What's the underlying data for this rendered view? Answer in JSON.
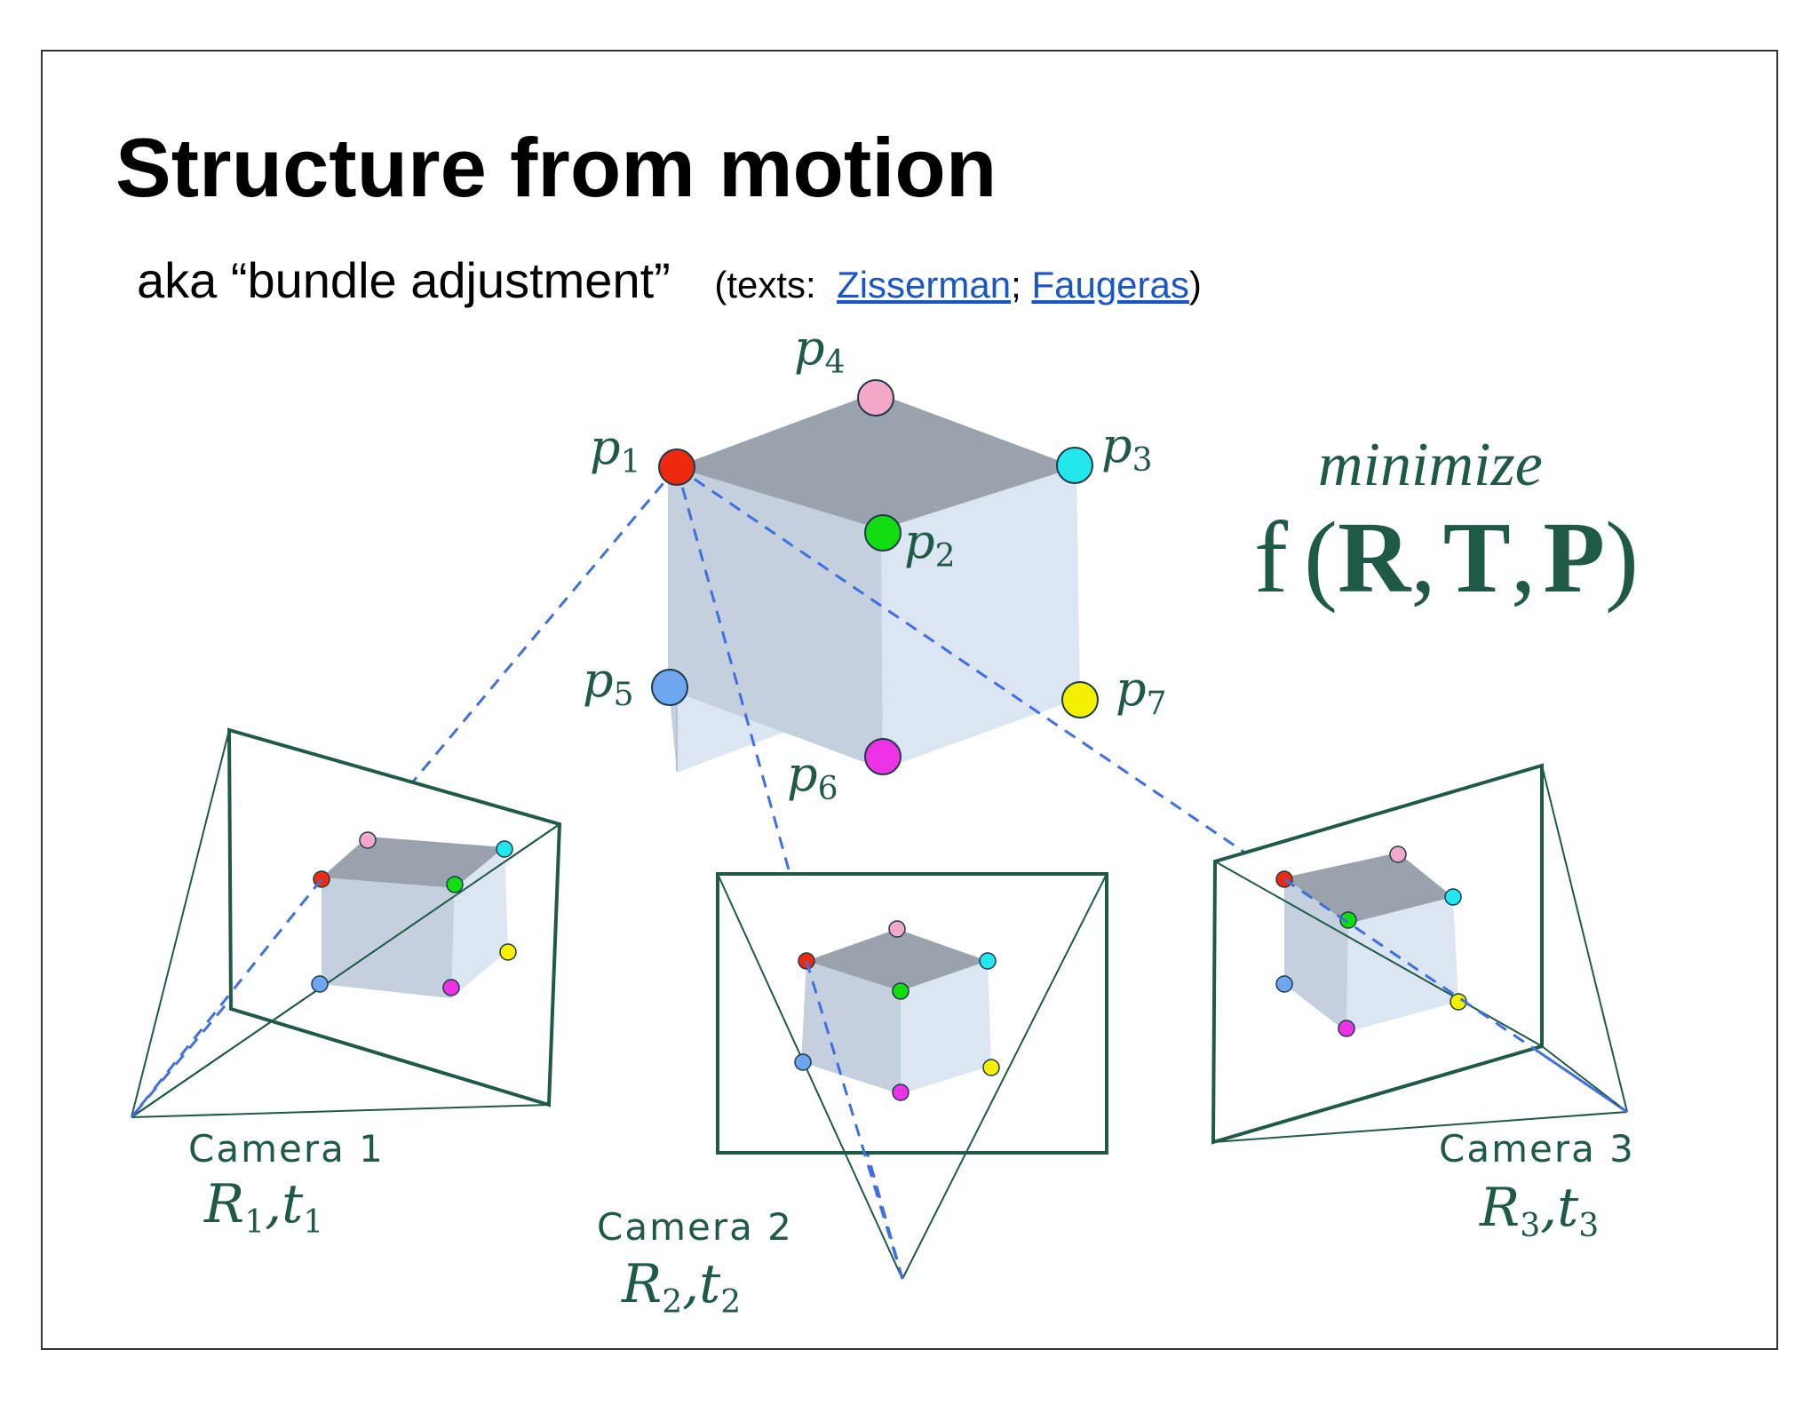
{
  "title": "Structure from motion",
  "subtitle": {
    "text": "aka “bundle adjustment”",
    "refs_prefix": "(texts:",
    "link1": "Zisserman",
    "separator": ";",
    "link2": "Faugeras",
    "refs_suffix": ")"
  },
  "points": [
    {
      "name": "p",
      "sub": "1",
      "color": "#ee2a0e"
    },
    {
      "name": "p",
      "sub": "2",
      "color": "#11dd11"
    },
    {
      "name": "p",
      "sub": "3",
      "color": "#22e8ee"
    },
    {
      "name": "p",
      "sub": "4",
      "color": "#f4a8c8"
    },
    {
      "name": "p",
      "sub": "5",
      "color": "#6fa6f0"
    },
    {
      "name": "p",
      "sub": "6",
      "color": "#ee33e6"
    },
    {
      "name": "p",
      "sub": "7",
      "color": "#f4f000"
    }
  ],
  "cameras": [
    {
      "name": "Camera 1",
      "R": "R",
      "R_sub": "1",
      "t": "t",
      "t_sub": "1"
    },
    {
      "name": "Camera 2",
      "R": "R",
      "R_sub": "2",
      "t": "t",
      "t_sub": "2"
    },
    {
      "name": "Camera 3",
      "R": "R",
      "R_sub": "3",
      "t": "t",
      "t_sub": "3"
    }
  ],
  "objective": {
    "word": "minimize",
    "func": "f",
    "open": "(",
    "arg1": "R",
    "comma1": ",",
    "arg2": "T",
    "comma2": ",",
    "arg3": "P",
    "close": ")"
  },
  "colors": {
    "text_green": "#1e5a46",
    "frame_green": "#1e5a46",
    "ray_blue": "#3f6fe0",
    "link_blue": "#1a56c8",
    "cube_top": "#9aa3ad",
    "cube_left": "#c4d0de",
    "cube_right": "#dce6f3"
  }
}
